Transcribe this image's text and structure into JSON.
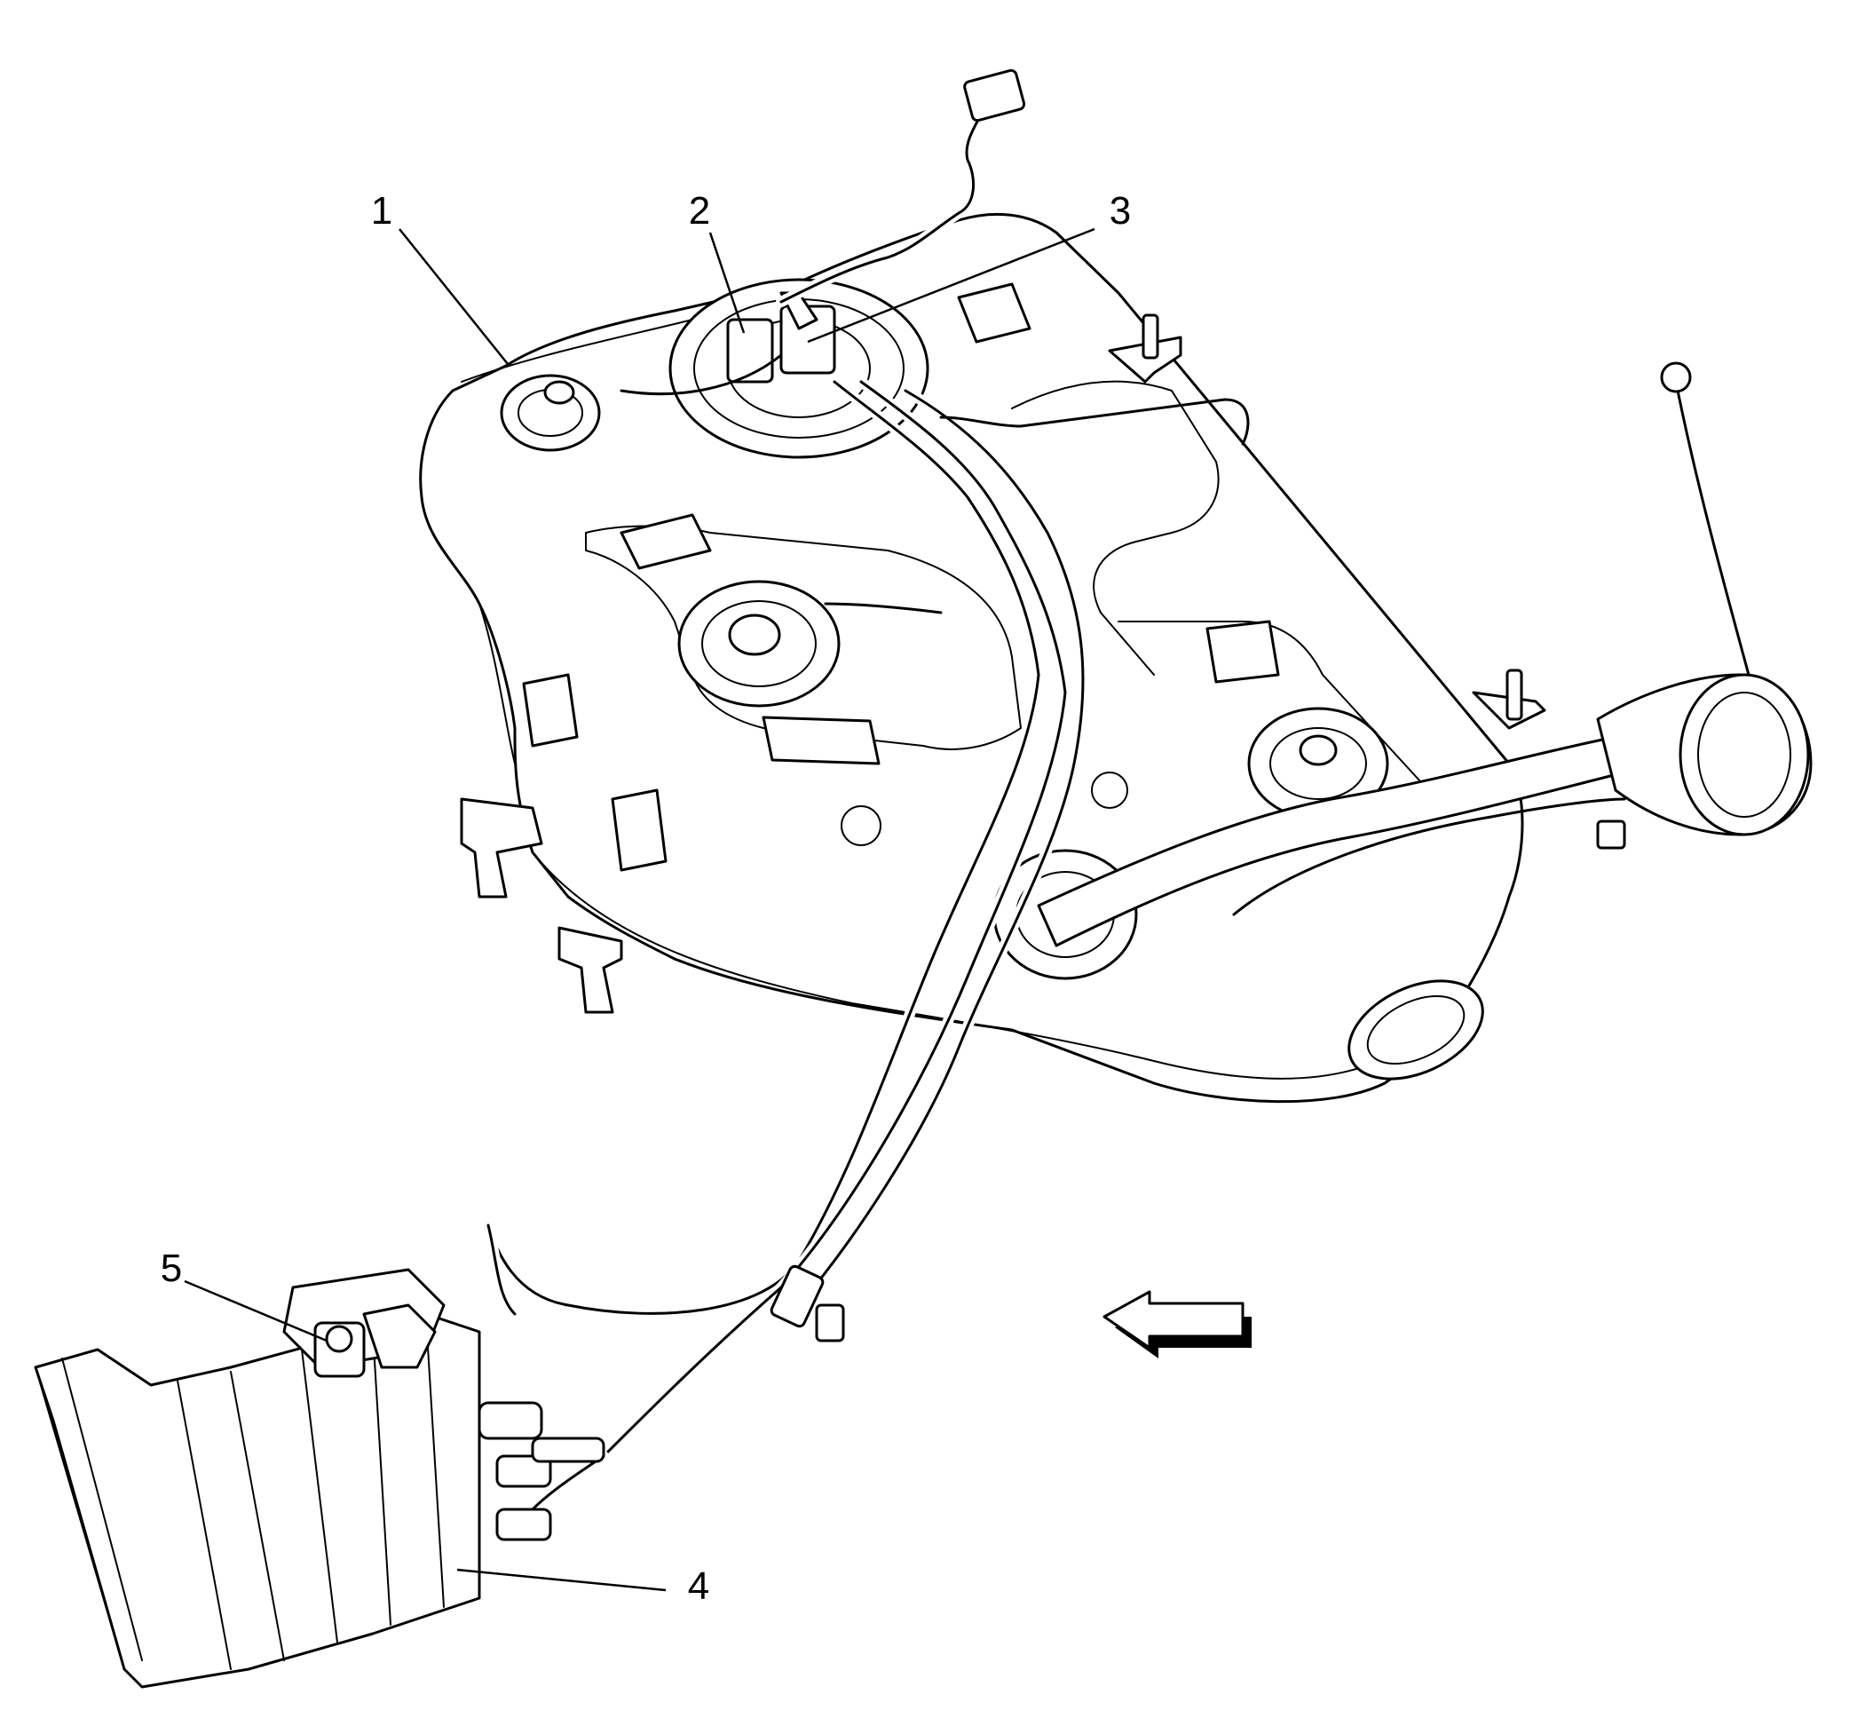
{
  "diagram": {
    "callouts": [
      {
        "id": "1",
        "label": "1"
      },
      {
        "id": "2",
        "label": "2"
      },
      {
        "id": "3",
        "label": "3"
      },
      {
        "id": "4",
        "label": "4"
      },
      {
        "id": "5",
        "label": "5"
      }
    ],
    "direction_arrow": "left-arrow-icon",
    "colors": {
      "line": "#000000",
      "background": "#ffffff"
    }
  }
}
